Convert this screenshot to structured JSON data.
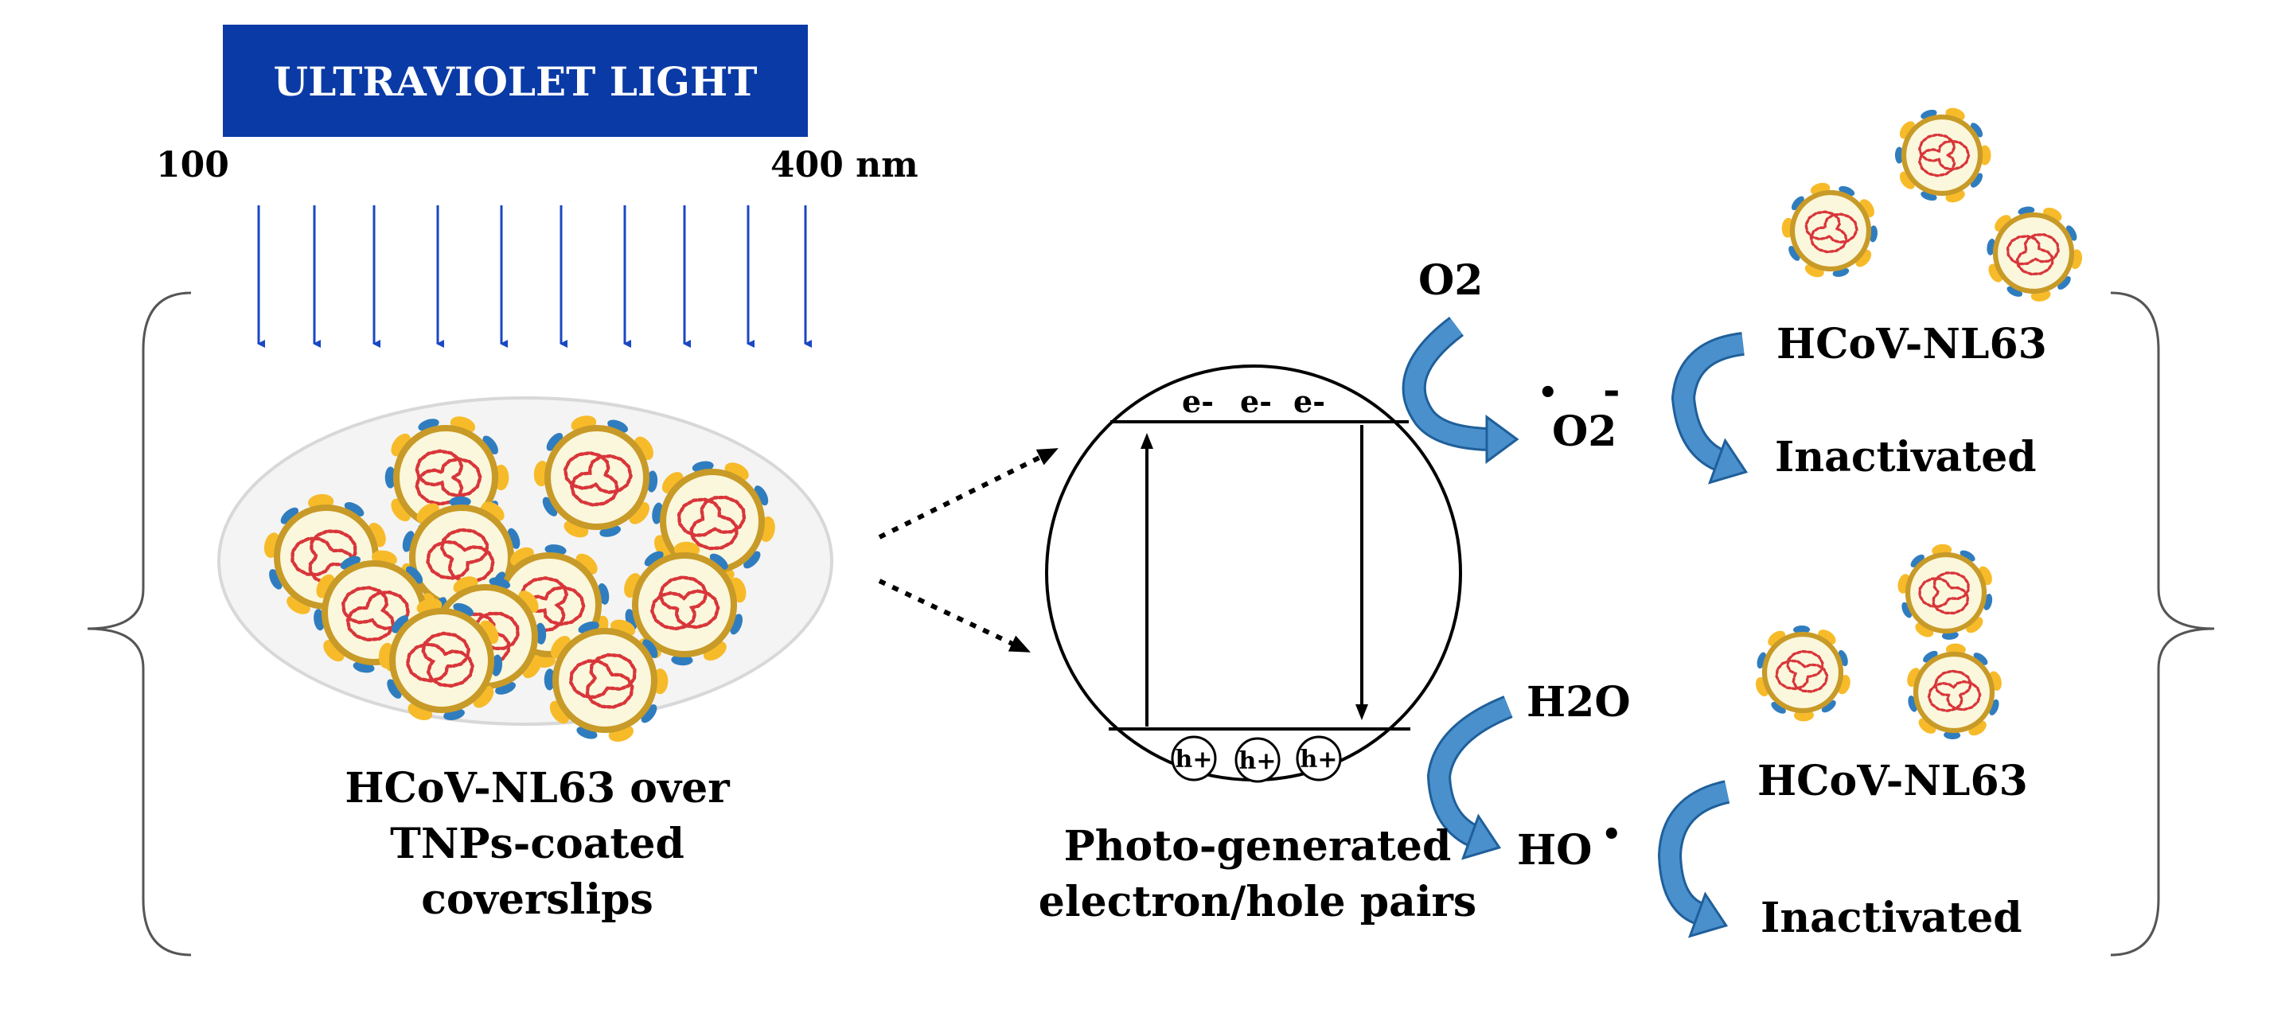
{
  "banner": {
    "label": "ULTRAVIOLET LIGHT",
    "color": "#0a3aa6"
  },
  "wavelength": {
    "start": "100",
    "end": "400 nm"
  },
  "left_caption": [
    "HCoV-NL63 over",
    "TNPs-coated",
    "coverslips"
  ],
  "band_diagram": {
    "electrons": [
      "e-",
      "e-",
      "e-"
    ],
    "holes": [
      "h+",
      "h+",
      "h+"
    ],
    "caption": [
      "Photo-generated",
      "electron/hole pairs"
    ]
  },
  "reactions": {
    "o2": "O2",
    "superoxide": "O2",
    "superoxide_charge": "-",
    "h2o": "H2O",
    "hydroxyl": "HO"
  },
  "virus_groups": [
    {
      "name": "HCoV-NL63",
      "result": "Inactivated"
    },
    {
      "name": "HCoV-NL63",
      "result": "Inactivated"
    }
  ],
  "colors": {
    "arrow_blue": "#1a47c4",
    "virus_shell": "#c89a28",
    "spike_yellow": "#f7bb2a",
    "spike_blue": "#2f7dbf",
    "rna_red": "#d8363a",
    "virus_core": "#fbf7dc",
    "curved_arrow": "#4a90cc"
  }
}
